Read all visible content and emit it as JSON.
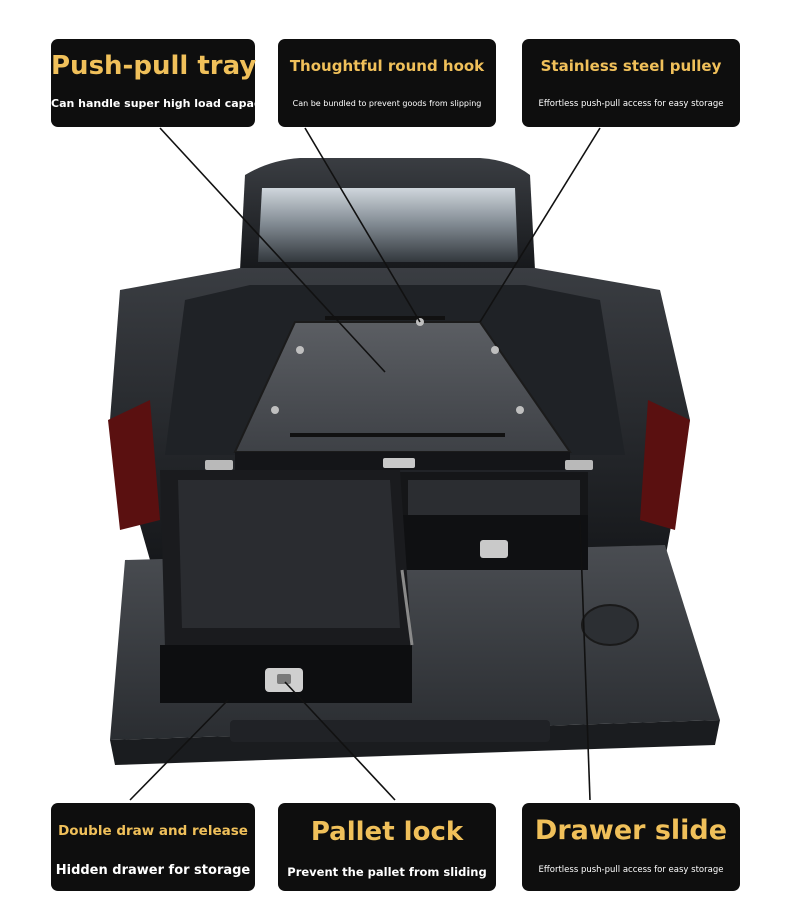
{
  "callouts": {
    "push_pull_tray": {
      "title": "Push-pull tray",
      "subtitle": "Can handle super high load capacity"
    },
    "round_hook": {
      "title": "Thoughtful round hook",
      "subtitle": "Can be bundled to prevent goods from slipping"
    },
    "steel_pulley": {
      "title": "Stainless steel pulley",
      "subtitle": "Effortless push-pull access for easy storage"
    },
    "double_draw": {
      "title": "Double draw and release",
      "subtitle": "Hidden drawer for storage"
    },
    "pallet_lock": {
      "title": "Pallet lock",
      "subtitle": "Prevent the pallet from sliding"
    },
    "drawer_slide": {
      "title": "Drawer slide",
      "subtitle": "Effortless push-pull access for easy storage"
    }
  },
  "colors": {
    "label_background": "#0e0e0e",
    "label_title": "#f0c05a",
    "label_subtitle": "#ffffff"
  }
}
